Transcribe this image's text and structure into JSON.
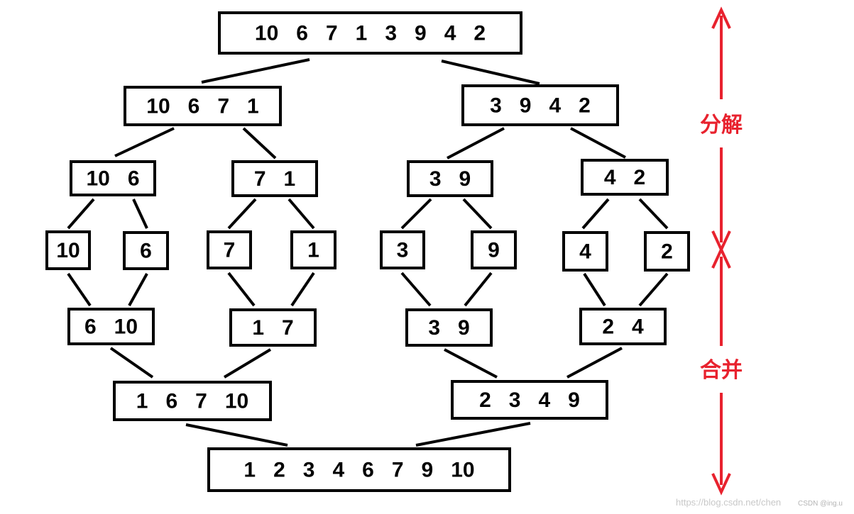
{
  "diagram": {
    "nodes": [
      {
        "id": "root",
        "label": "10  6  7  1  3  9  4  2"
      },
      {
        "id": "L",
        "label": "10  6  7  1"
      },
      {
        "id": "R",
        "label": "3  9  4  2"
      },
      {
        "id": "LL",
        "label": "10  6"
      },
      {
        "id": "LR",
        "label": "7  1"
      },
      {
        "id": "RL",
        "label": "3  9"
      },
      {
        "id": "RR",
        "label": "4  2"
      },
      {
        "id": "a10",
        "label": "10"
      },
      {
        "id": "a6",
        "label": "6"
      },
      {
        "id": "a7",
        "label": "7"
      },
      {
        "id": "a1",
        "label": "1"
      },
      {
        "id": "a3",
        "label": "3"
      },
      {
        "id": "a9",
        "label": "9"
      },
      {
        "id": "a4",
        "label": "4"
      },
      {
        "id": "a2",
        "label": "2"
      },
      {
        "id": "mLL",
        "label": "6  10"
      },
      {
        "id": "mLR",
        "label": "1  7"
      },
      {
        "id": "mRL",
        "label": "3  9"
      },
      {
        "id": "mRR",
        "label": "2  4"
      },
      {
        "id": "mL",
        "label": "1  6  7  10"
      },
      {
        "id": "mR",
        "label": "2  3  4  9"
      },
      {
        "id": "final",
        "label": "1  2  3  4  6  7  9  10"
      }
    ],
    "edges": [
      [
        "root",
        "L"
      ],
      [
        "root",
        "R"
      ],
      [
        "L",
        "LL"
      ],
      [
        "L",
        "LR"
      ],
      [
        "R",
        "RL"
      ],
      [
        "R",
        "RR"
      ],
      [
        "LL",
        "a10"
      ],
      [
        "LL",
        "a6"
      ],
      [
        "LR",
        "a7"
      ],
      [
        "LR",
        "a1"
      ],
      [
        "RL",
        "a3"
      ],
      [
        "RL",
        "a9"
      ],
      [
        "RR",
        "a4"
      ],
      [
        "RR",
        "a2"
      ],
      [
        "a10",
        "mLL"
      ],
      [
        "a6",
        "mLL"
      ],
      [
        "a7",
        "mLR"
      ],
      [
        "a1",
        "mLR"
      ],
      [
        "a3",
        "mRL"
      ],
      [
        "a9",
        "mRL"
      ],
      [
        "a4",
        "mRR"
      ],
      [
        "a2",
        "mRR"
      ],
      [
        "mLL",
        "mL"
      ],
      [
        "mLR",
        "mL"
      ],
      [
        "mRL",
        "mR"
      ],
      [
        "mRR",
        "mR"
      ],
      [
        "mL",
        "final"
      ],
      [
        "mR",
        "final"
      ]
    ]
  },
  "phases": {
    "divide": "分解",
    "merge": "合并"
  },
  "colors": {
    "arrow": "#e8222e",
    "line": "#000000"
  },
  "watermark": {
    "url": "https://blog.csdn.net/chen",
    "csdn": "CSDN @ing.u"
  }
}
